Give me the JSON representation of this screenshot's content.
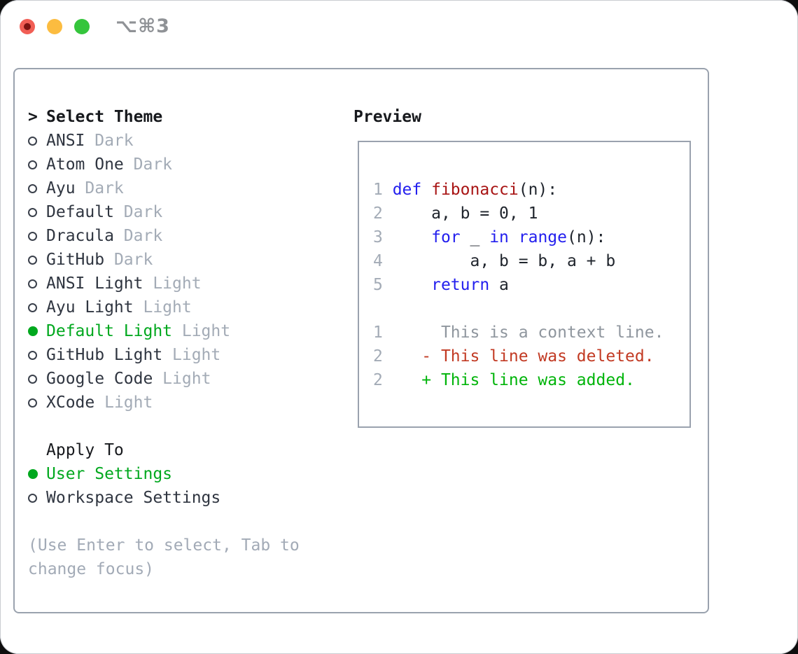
{
  "window": {
    "shortcut_label": "⌥⌘3"
  },
  "colors": {
    "accent_green": "#00a81e",
    "added_green": "#00b40a",
    "deleted_red": "#c23a23",
    "keyword_blue": "#221eee",
    "function_red": "#a81414",
    "muted_gray": "#a3abb6",
    "text_dark": "#2f3540",
    "border_gray": "#9aa2ae"
  },
  "theme_list": {
    "cursor": ">",
    "header": "Select Theme",
    "items": [
      {
        "name": "ANSI",
        "variant": "Dark",
        "selected": false
      },
      {
        "name": "Atom One",
        "variant": "Dark",
        "selected": false
      },
      {
        "name": "Ayu",
        "variant": "Dark",
        "selected": false
      },
      {
        "name": "Default",
        "variant": "Dark",
        "selected": false
      },
      {
        "name": "Dracula",
        "variant": "Dark",
        "selected": false
      },
      {
        "name": "GitHub",
        "variant": "Dark",
        "selected": false
      },
      {
        "name": "ANSI Light",
        "variant": "Light",
        "selected": false
      },
      {
        "name": "Ayu Light",
        "variant": "Light",
        "selected": false
      },
      {
        "name": "Default Light",
        "variant": "Light",
        "selected": true
      },
      {
        "name": "GitHub Light",
        "variant": "Light",
        "selected": false
      },
      {
        "name": "Google Code",
        "variant": "Light",
        "selected": false
      },
      {
        "name": "XCode",
        "variant": "Light",
        "selected": false
      }
    ]
  },
  "apply_to": {
    "header": "Apply To",
    "options": [
      {
        "label": "User Settings",
        "selected": true
      },
      {
        "label": "Workspace Settings",
        "selected": false
      }
    ]
  },
  "hint": "(Use Enter to select, Tab to change focus)",
  "preview": {
    "title": "Preview",
    "lines": [
      [
        {
          "t": "1 ",
          "c": "num"
        },
        {
          "t": "def",
          "c": "kw"
        },
        {
          "t": " ",
          "c": "plain"
        },
        {
          "t": "fibonacci",
          "c": "fn"
        },
        {
          "t": "(n):",
          "c": "plain"
        }
      ],
      [
        {
          "t": "2 ",
          "c": "num"
        },
        {
          "t": "    a, b = 0, 1",
          "c": "plain"
        }
      ],
      [
        {
          "t": "3 ",
          "c": "num"
        },
        {
          "t": "    ",
          "c": "plain"
        },
        {
          "t": "for",
          "c": "kw"
        },
        {
          "t": " _ ",
          "c": "plain"
        },
        {
          "t": "in",
          "c": "kw"
        },
        {
          "t": " ",
          "c": "plain"
        },
        {
          "t": "range",
          "c": "kw"
        },
        {
          "t": "(n):",
          "c": "plain"
        }
      ],
      [
        {
          "t": "4 ",
          "c": "num"
        },
        {
          "t": "        a, b = b, a + b",
          "c": "plain"
        }
      ],
      [
        {
          "t": "5 ",
          "c": "num"
        },
        {
          "t": "    ",
          "c": "plain"
        },
        {
          "t": "return",
          "c": "kw"
        },
        {
          "t": " a",
          "c": "plain"
        }
      ],
      [],
      [
        {
          "t": "1 ",
          "c": "num"
        },
        {
          "t": "     This is a context line.",
          "c": "ctx"
        }
      ],
      [
        {
          "t": "2 ",
          "c": "num"
        },
        {
          "t": "   - This line was deleted.",
          "c": "del"
        }
      ],
      [
        {
          "t": "2 ",
          "c": "num"
        },
        {
          "t": "   + This line was added.",
          "c": "add"
        }
      ]
    ]
  }
}
